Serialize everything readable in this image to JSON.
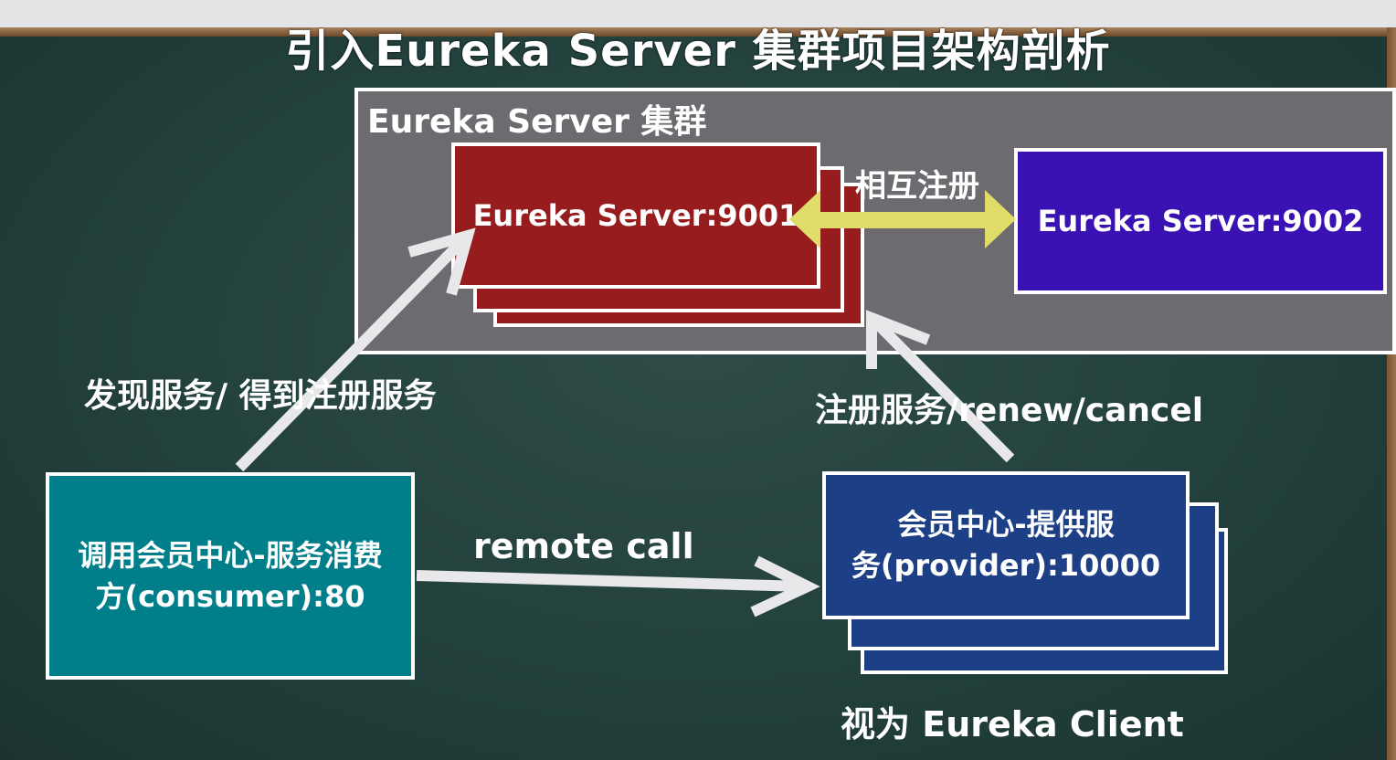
{
  "title": "引入Eureka Server 集群项目架构剖析",
  "cluster": {
    "label": "Eureka Server 集群"
  },
  "server1": {
    "label": "Eureka Server:9001"
  },
  "server2": {
    "label": "Eureka Server:9002"
  },
  "mutual_register": "相互注册",
  "consumer": {
    "line1": "调用会员中心-服务消费",
    "line2": "方(consumer):80"
  },
  "provider": {
    "line1": "会员中心-提供服",
    "line2": "务(provider):10000"
  },
  "labels": {
    "discover": "发现服务/ 得到注册服务",
    "register": "注册服务/renew/cancel",
    "remote_call": "remote call",
    "client": "视为 Eureka Client"
  },
  "colors": {
    "board": "#22403c",
    "cluster_bg": "#6d6b70",
    "server1": "#961c1e",
    "server2": "#3a12b4",
    "consumer": "#007e8a",
    "provider": "#1d3f85",
    "double_arrow": "#e0dc6a",
    "arrow": "#e8e8ea"
  }
}
